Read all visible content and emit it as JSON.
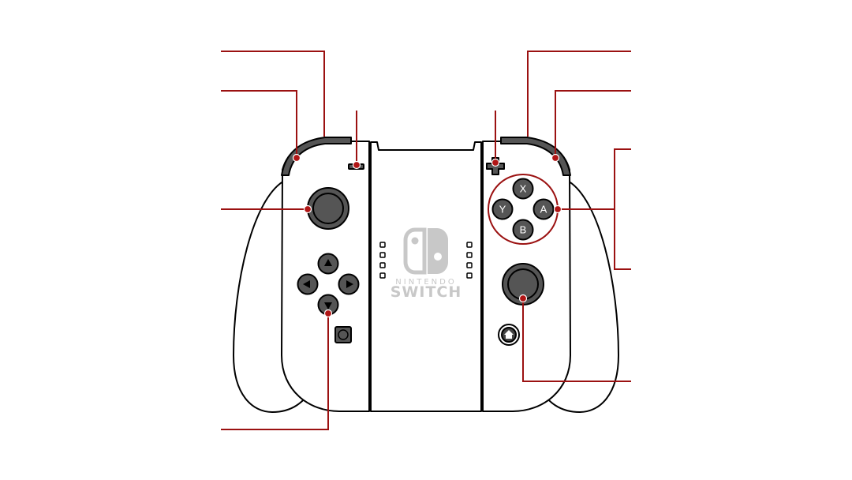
{
  "logo": {
    "line1": "NINTENDO",
    "line2": "SWITCH"
  },
  "face_buttons": {
    "x": "X",
    "y": "Y",
    "a": "A",
    "b": "B"
  },
  "colors": {
    "callout": "#9b1111",
    "button_fill": "#555555",
    "logo_gray": "#c8c8c8",
    "outline": "#000000"
  },
  "icons": [
    "minus-icon",
    "plus-icon",
    "home-icon",
    "capture-icon",
    "dpad-up-icon",
    "dpad-down-icon",
    "dpad-left-icon",
    "dpad-right-icon"
  ]
}
